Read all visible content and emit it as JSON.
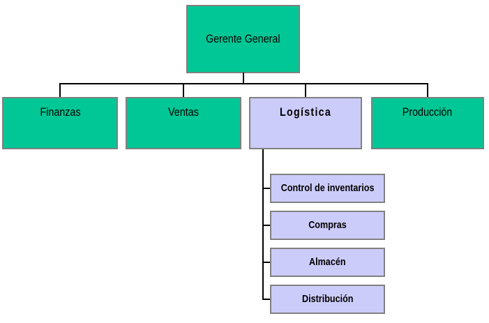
{
  "chart": {
    "type": "org-chart",
    "root": {
      "label": "Gerente General"
    },
    "departments": [
      {
        "label": "Finanzas",
        "style": "green"
      },
      {
        "label": "Ventas",
        "style": "green"
      },
      {
        "label": "Logística",
        "style": "lavender"
      },
      {
        "label": "Producción",
        "style": "green"
      }
    ],
    "logistics_children": [
      {
        "label": "Control de inventarios"
      },
      {
        "label": "Compras"
      },
      {
        "label": "Almacén"
      },
      {
        "label": "Distribución"
      }
    ],
    "colors": {
      "green": "#00C795",
      "lavender": "#CCCCFA",
      "border": "#808080",
      "line": "#000000",
      "text": "#000000"
    }
  }
}
